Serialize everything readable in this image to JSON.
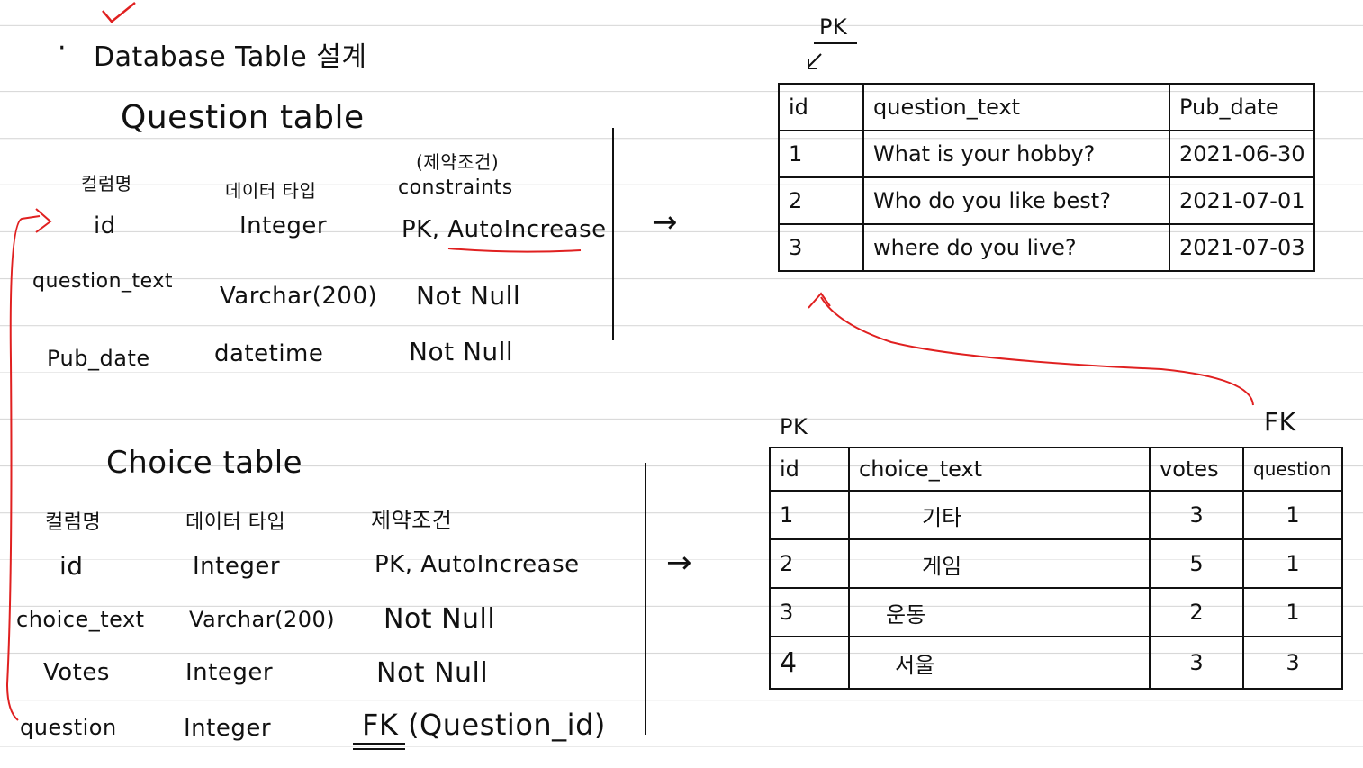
{
  "title": {
    "bullet": "·",
    "text": "Database Table 설계"
  },
  "question_section": {
    "heading": "Question table",
    "headers": {
      "column_name": "컬럼명",
      "data_type": "데이터 타입",
      "constraint_kr": "(제약조건)",
      "constraint_en": "constraints"
    },
    "rows": [
      {
        "name": "id",
        "type": "Integer",
        "constraint": "PK, AutoIncrease"
      },
      {
        "name": "question_text",
        "type": "Varchar(200)",
        "constraint": "Not Null"
      },
      {
        "name": "Pub_date",
        "type": "datetime",
        "constraint": "Not Null"
      }
    ]
  },
  "choice_section": {
    "heading": "Choice table",
    "headers": {
      "column_name": "컬럼명",
      "data_type": "데이터 타입",
      "constraint": "제약조건"
    },
    "rows": [
      {
        "name": "id",
        "type": "Integer",
        "constraint": "PK, AutoIncrease"
      },
      {
        "name": "choice_text",
        "type": "Varchar(200)",
        "constraint": "Not Null"
      },
      {
        "name": "Votes",
        "type": "Integer",
        "constraint": "Not Null"
      },
      {
        "name": "question",
        "type": "Integer",
        "constraint": "FK (Question_id)"
      }
    ]
  },
  "arrow": "→",
  "question_table": {
    "pk_label": "PK",
    "columns": [
      "id",
      "question_text",
      "Pub_date"
    ],
    "rows": [
      [
        "1",
        "What is your hobby?",
        "2021-06-30"
      ],
      [
        "2",
        "Who do you like best?",
        "2021-07-01"
      ],
      [
        "3",
        "where do you live?",
        "2021-07-03"
      ]
    ]
  },
  "choice_table": {
    "pk_label": "PK",
    "fk_label": "FK",
    "columns": [
      "id",
      "choice_text",
      "votes",
      "question"
    ],
    "rows": [
      [
        "1",
        "기타",
        "3",
        "1"
      ],
      [
        "2",
        "게임",
        "5",
        "1"
      ],
      [
        "3",
        "운동",
        "2",
        "1"
      ],
      [
        "4",
        "서울",
        "3",
        "3"
      ]
    ]
  },
  "colors": {
    "ink": "#111111",
    "annotation": "#e02020",
    "rule": "#d8d8d8"
  }
}
